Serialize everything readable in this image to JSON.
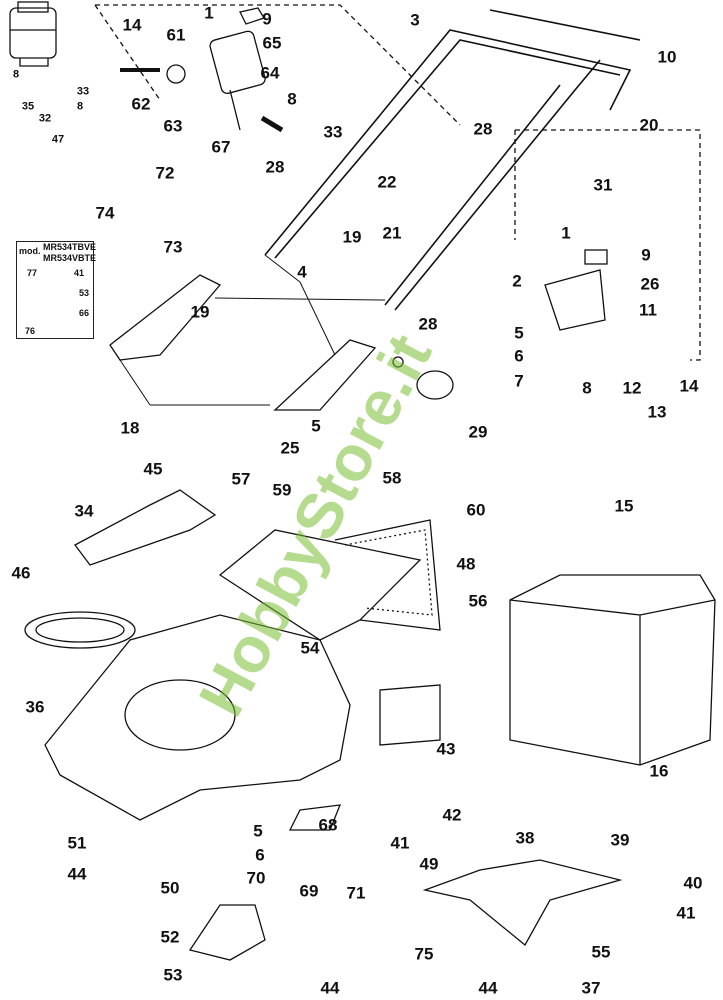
{
  "labels": [
    "14",
    "61",
    "1",
    "9",
    "65",
    "62",
    "64",
    "8",
    "63",
    "67",
    "28",
    "33",
    "8",
    "35",
    "33",
    "8",
    "32",
    "47",
    "3",
    "10",
    "28",
    "20",
    "22",
    "31",
    "72",
    "74",
    "73",
    "1",
    "9",
    "21",
    "19",
    "2",
    "26",
    "4",
    "11",
    "19",
    "5",
    "28",
    "6",
    "7",
    "8",
    "12",
    "13",
    "14",
    "18",
    "29",
    "25",
    "5",
    "45",
    "57",
    "59",
    "58",
    "60",
    "34",
    "15",
    "46",
    "48",
    "56",
    "54",
    "36",
    "43",
    "16",
    "42",
    "5",
    "68",
    "6",
    "41",
    "51",
    "38",
    "39",
    "49",
    "70",
    "69",
    "71",
    "40",
    "44",
    "50",
    "41",
    "52",
    "75",
    "55",
    "53",
    "44",
    "44",
    "37"
  ],
  "inset": {
    "mod_label": "mod.",
    "models": [
      "MR534TBVE",
      "MR534VBTE"
    ],
    "labels": [
      "77",
      "41",
      "53",
      "66",
      "76"
    ]
  },
  "watermark": "HobbyStore.it",
  "colors": {
    "line": "#111111",
    "watermark": "#78be32"
  }
}
